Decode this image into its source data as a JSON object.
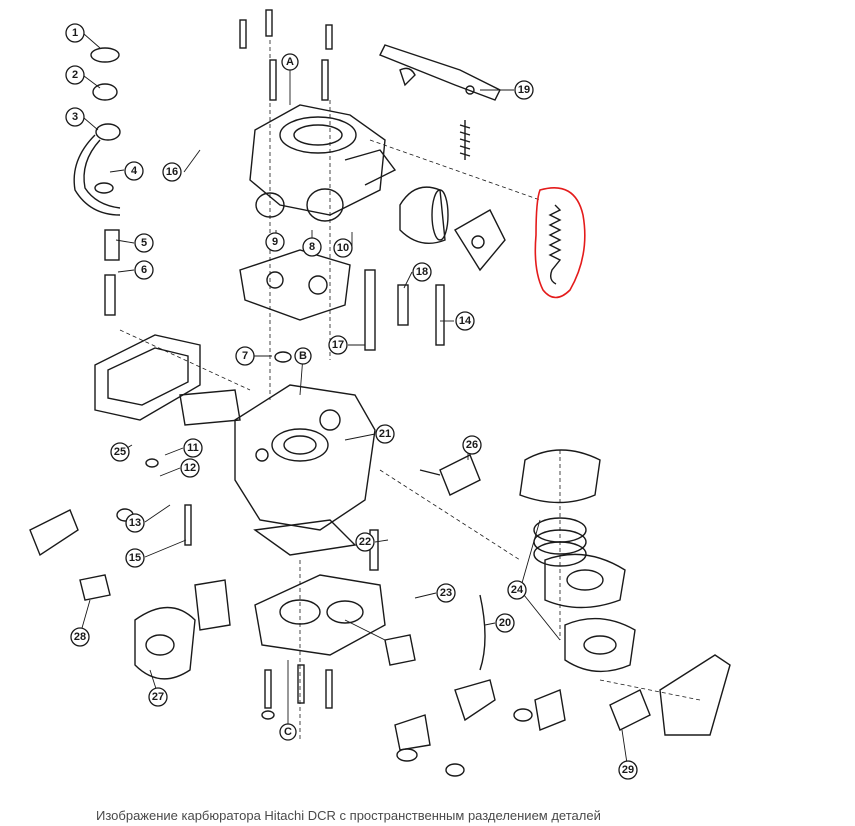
{
  "callouts": [
    {
      "label": "1"
    },
    {
      "label": "2"
    },
    {
      "label": "3"
    },
    {
      "label": "4"
    },
    {
      "label": "5"
    },
    {
      "label": "6"
    },
    {
      "label": "7"
    },
    {
      "label": "8"
    },
    {
      "label": "9"
    },
    {
      "label": "10"
    },
    {
      "label": "11"
    },
    {
      "label": "12"
    },
    {
      "label": "13"
    },
    {
      "label": "14"
    },
    {
      "label": "15"
    },
    {
      "label": "16"
    },
    {
      "label": "17"
    },
    {
      "label": "18"
    },
    {
      "label": "19"
    },
    {
      "label": "20"
    },
    {
      "label": "21"
    },
    {
      "label": "22"
    },
    {
      "label": "23"
    },
    {
      "label": "24"
    },
    {
      "label": "25"
    },
    {
      "label": "26"
    },
    {
      "label": "27"
    },
    {
      "label": "28"
    },
    {
      "label": "29"
    },
    {
      "label": "A"
    },
    {
      "label": "B"
    },
    {
      "label": "C"
    }
  ],
  "highlight_color": "#e41b1b",
  "caption": "Изображение карбюратора Hitachi DCR с пространственным разделением деталей"
}
